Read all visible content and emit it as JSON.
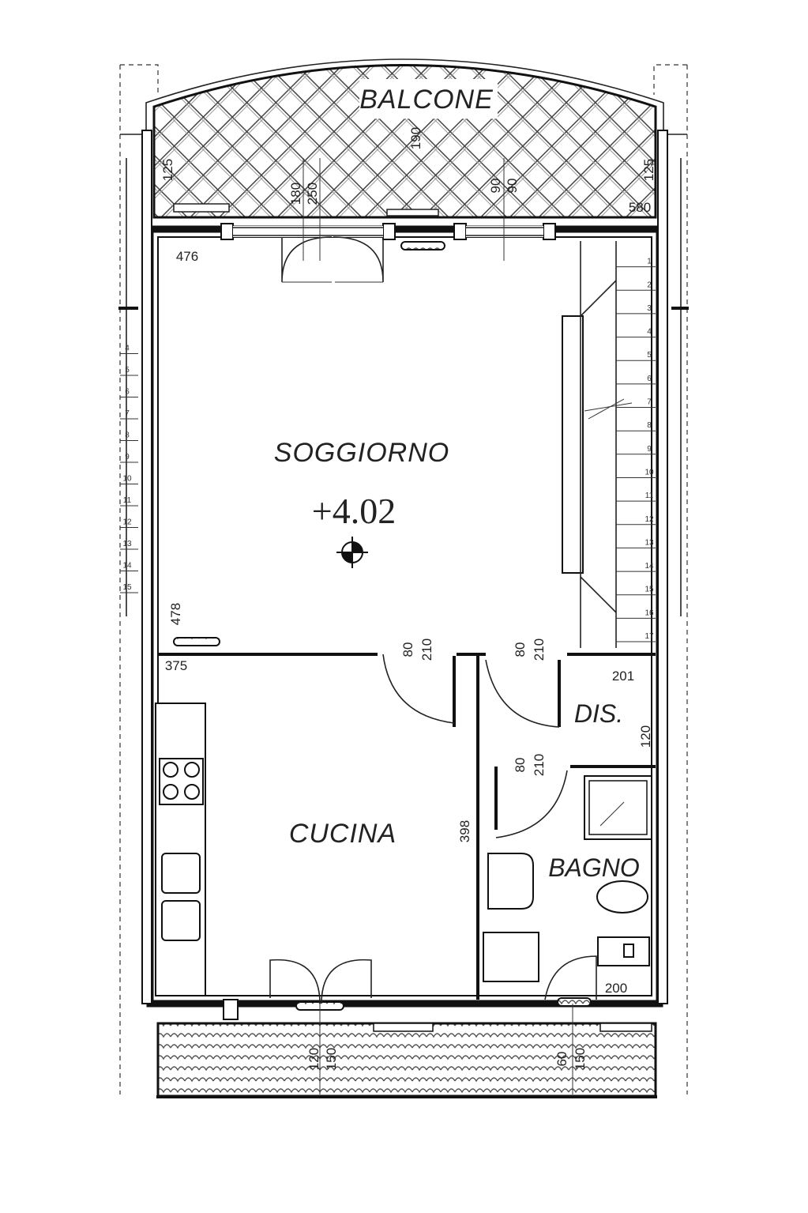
{
  "rooms": {
    "balcony": "BALCONE",
    "living": "SOGGIORNO",
    "kitchen": "CUCINA",
    "hall": "DIS.",
    "bathroom": "BAGNO"
  },
  "elevation": "+4.02",
  "dimensions": {
    "balcony_depth": "190",
    "balcony_left_125": "125",
    "balcony_right_125": "125",
    "door_w_180": "180",
    "door_h_250": "250",
    "win_w_90": "90",
    "win_h_90": "90",
    "balcony_580": "580",
    "living_476": "476",
    "living_478": "478",
    "kitchen_375": "375",
    "door1_w": "80",
    "door1_h": "210",
    "door2_w": "80",
    "door2_h": "210",
    "door3_w": "80",
    "door3_h": "210",
    "hall_201": "201",
    "hall_120": "120",
    "kitchen_398": "398",
    "bath_200": "200",
    "terrace_door_w": "120",
    "terrace_door_h": "150",
    "terrace_win_w": "60",
    "terrace_win_h": "150"
  },
  "stairs": {
    "right_steps": [
      "1",
      "2",
      "3",
      "4",
      "5",
      "6",
      "7",
      "8",
      "9",
      "10",
      "11",
      "12",
      "13",
      "14",
      "15",
      "16",
      "17"
    ],
    "left_steps": [
      "4",
      "5",
      "6",
      "7",
      "8",
      "9",
      "10",
      "11",
      "12",
      "13",
      "14",
      "15"
    ]
  },
  "colors": {
    "line": "#111111",
    "background": "#ffffff"
  }
}
